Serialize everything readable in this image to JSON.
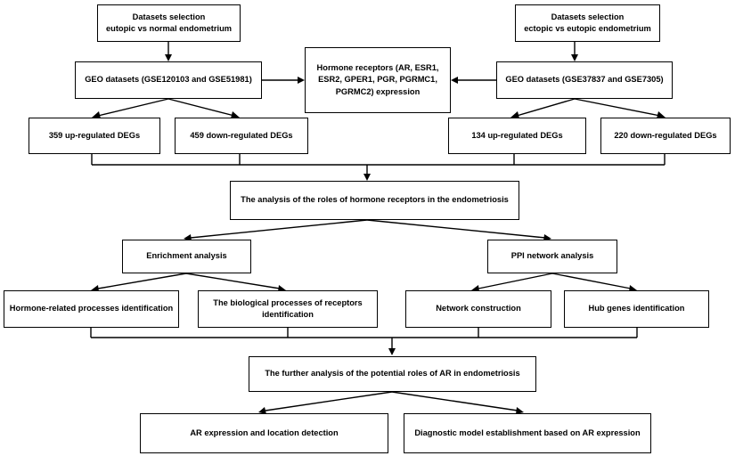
{
  "diagram": {
    "ds_left": {
      "line1": "Datasets selection",
      "line2": "eutopic vs normal endometrium"
    },
    "ds_right": {
      "line1": "Datasets selection",
      "line2": "ectopic vs eutopic endometrium"
    },
    "geo_left": "GEO datasets (GSE120103  and GSE51981)",
    "geo_right": "GEO datasets (GSE37837  and GSE7305)",
    "hormone": {
      "line1": "Hormone receptors (AR, ESR1,",
      "line2": "ESR2, GPER1, PGR, PGRMC1,",
      "line3": "PGRMC2) expression"
    },
    "up_left": "359 up-regulated DEGs",
    "down_left": "459 down-regulated DEGs",
    "up_right": "134 up-regulated DEGs",
    "down_right": "220 down-regulated DEGs",
    "analysis_roles": "The analysis of the roles of hormone receptors in the endometriosis",
    "enrichment": "Enrichment analysis",
    "ppi": "PPI network analysis",
    "hormone_processes": "Hormone-related processes identification",
    "bio_processes": {
      "line1": "The biological processes of receptors",
      "line2": "identification"
    },
    "network": "Network construction",
    "hub": "Hub genes identification",
    "further": "The further analysis of the potential roles of AR in endometriosis",
    "ar_expression": "AR expression and location detection",
    "diagnostic": "Diagnostic model establishment based on AR expression"
  }
}
